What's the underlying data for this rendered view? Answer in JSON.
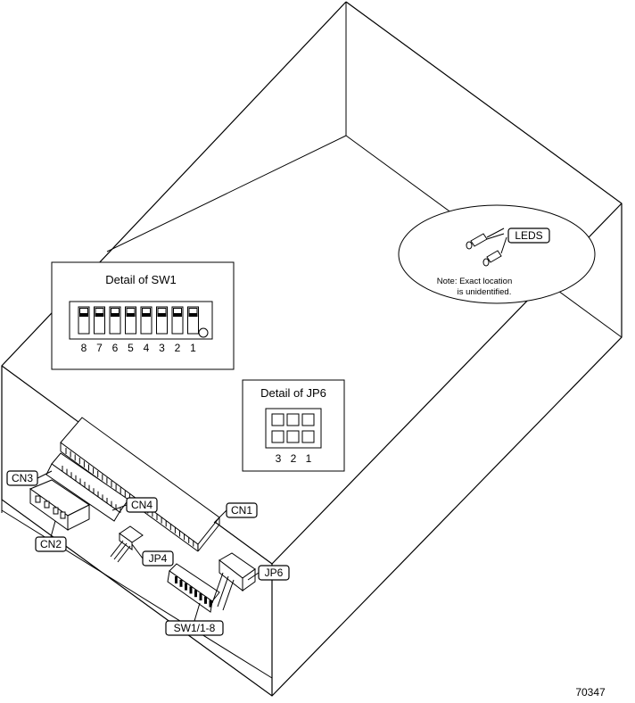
{
  "labels": {
    "detail_sw1_title": "Detail of SW1",
    "detail_jp6_title": "Detail of JP6",
    "sw1_numbers": [
      "8",
      "7",
      "6",
      "5",
      "4",
      "3",
      "2",
      "1"
    ],
    "jp6_numbers": [
      "3",
      "2",
      "1"
    ],
    "leds": "LEDS",
    "note_line1": "Note: Exact location",
    "note_line2": "is unidentified.",
    "cn1": "CN1",
    "cn2": "CN2",
    "cn3": "CN3",
    "cn4": "CN4",
    "jp4": "JP4",
    "jp6": "JP6",
    "sw1_pins": "SW1/1-8",
    "figure_number": "70347"
  }
}
